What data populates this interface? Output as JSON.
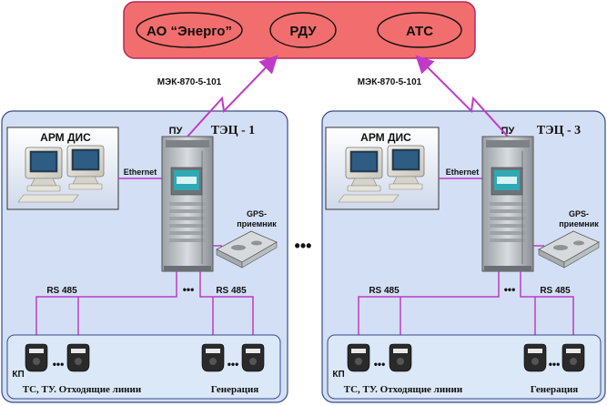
{
  "top_bar": {
    "nodes": [
      "АО “Энерго”",
      "РДУ",
      "АТС"
    ]
  },
  "protocol_label": "МЭК-870-5-101",
  "ellipsis": "•••",
  "plants": [
    {
      "title": "ТЭЦ - 1",
      "pu_label": "ПУ",
      "arm_label": "АРМ ДИС",
      "ethernet_label": "Ethernet",
      "gps_label_line1": "GPS-",
      "gps_label_line2": "приемник",
      "rs_left": "RS 485",
      "rs_right": "RS 485",
      "kp_label": "КП",
      "lines_label": "ТС, ТУ. Отходящие линии",
      "gen_label": "Генерация"
    },
    {
      "title": "ТЭЦ - 3",
      "pu_label": "ПУ",
      "arm_label": "АРМ ДИС",
      "ethernet_label": "Ethernet",
      "gps_label_line1": "GPS-",
      "gps_label_line2": "приемник",
      "rs_left": "RS 485",
      "rs_right": "RS 485",
      "kp_label": "КП",
      "lines_label": "ТС, ТУ. Отходящие линии",
      "gen_label": "Генерация"
    }
  ],
  "colors": {
    "top_fill": "#f26d6d",
    "top_border": "#b8285a",
    "link": "#c03ac8",
    "panel_fill": "#d3dff4",
    "panel_border": "#3a4a8a",
    "bottom_fill": "#dbe8f8"
  }
}
